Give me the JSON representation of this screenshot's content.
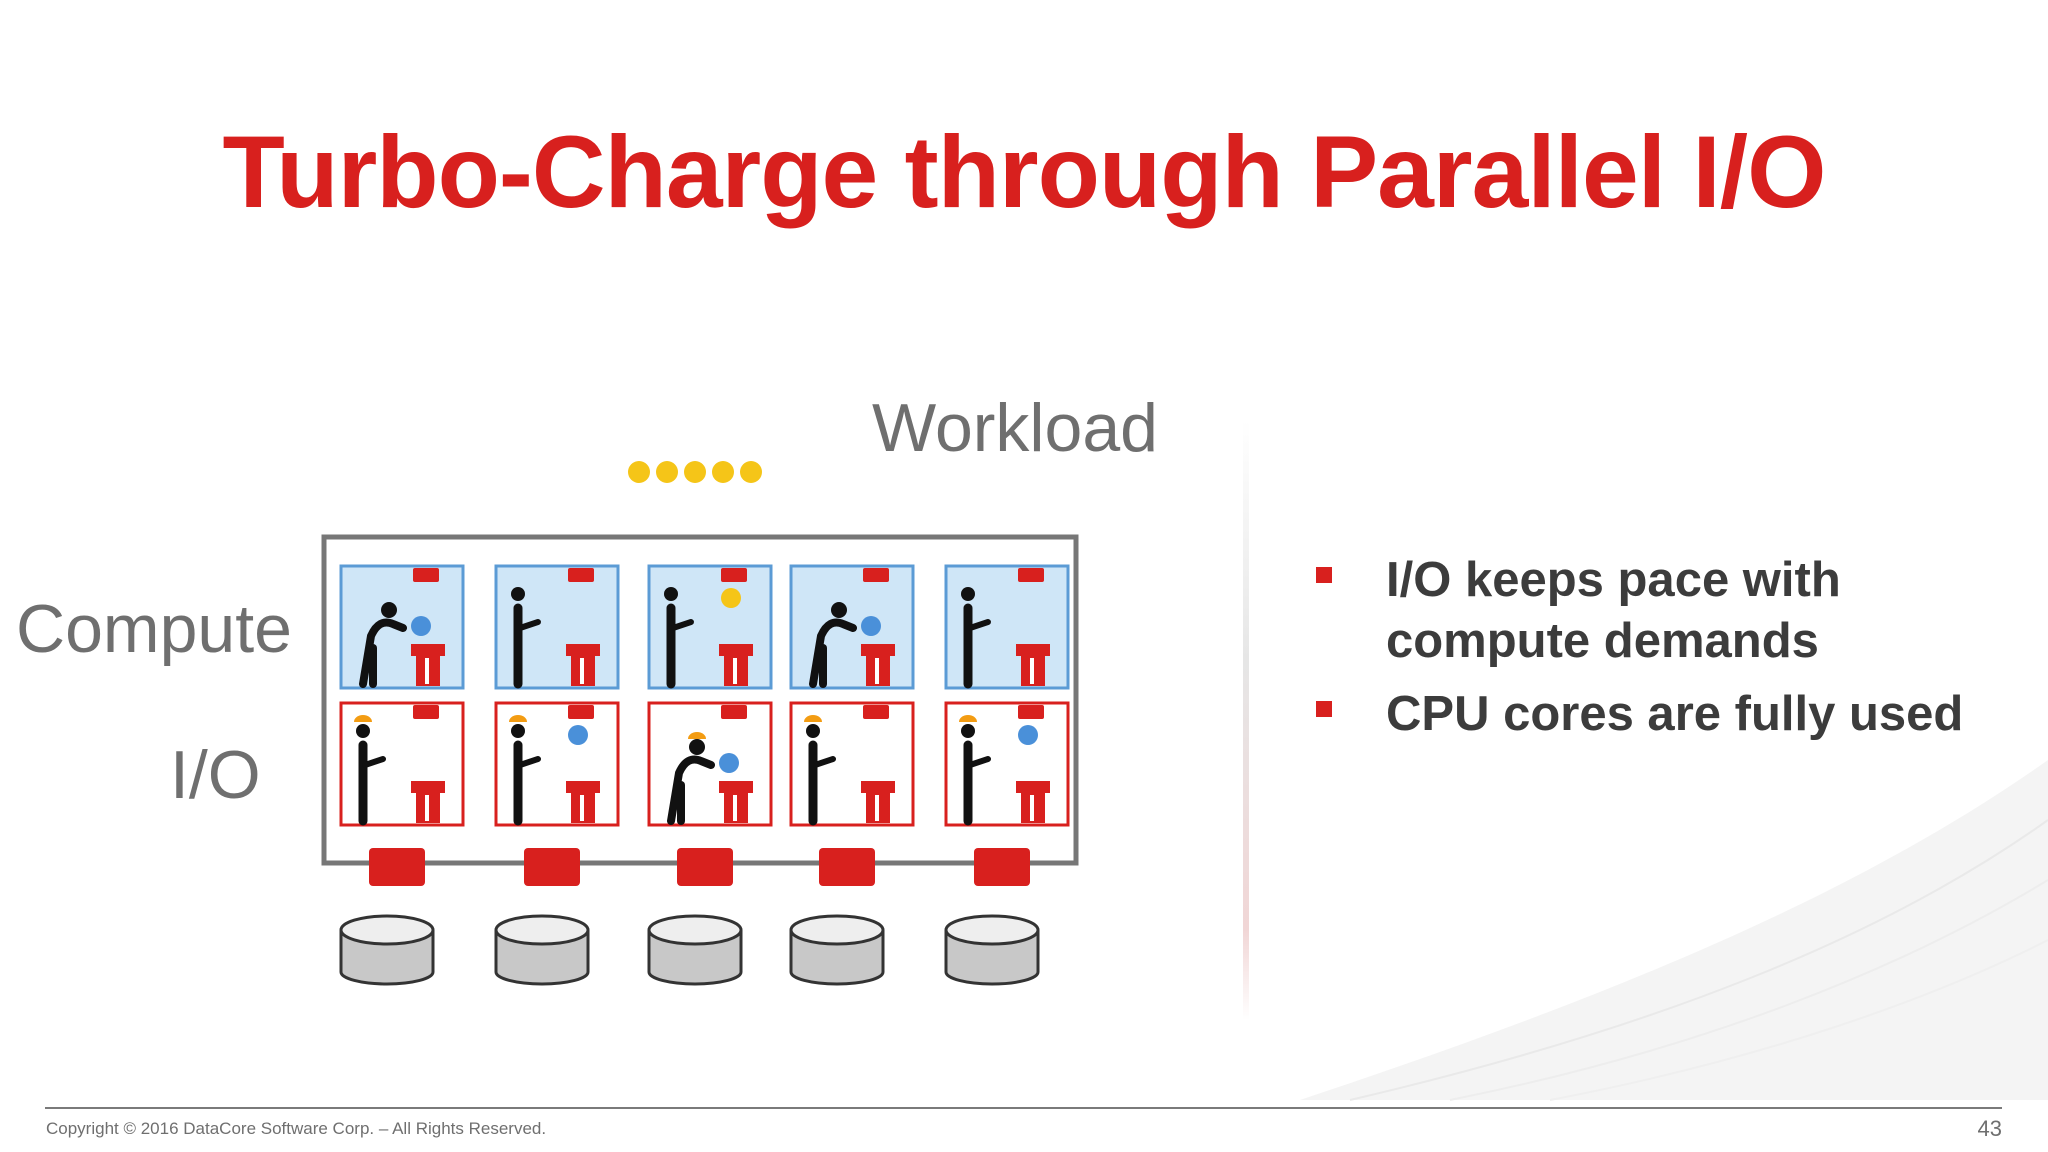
{
  "slide": {
    "title": "Turbo-Charge through Parallel I/O",
    "page_number": "43"
  },
  "diagram": {
    "workload_label": "Workload",
    "compute_label": "Compute",
    "io_label": "I/O",
    "workload_queue_count": 5,
    "colors": {
      "compute_border": "#5b9bd5",
      "compute_fill": "#cfe6f7",
      "io_border": "#d8201e",
      "io_fill": "#ffffff",
      "accent_red": "#d8201e",
      "job_blue": "#4a90d9",
      "job_yellow": "#f5c518",
      "worker_hat": "#f39c12",
      "disk_gray": "#c8c8c8"
    },
    "compute_cells": [
      {
        "worker": "bending",
        "job": "blue"
      },
      {
        "worker": "standing",
        "job": "none"
      },
      {
        "worker": "standing",
        "job": "yellow"
      },
      {
        "worker": "bending",
        "job": "blue"
      },
      {
        "worker": "standing",
        "job": "none"
      }
    ],
    "io_cells": [
      {
        "worker": "standing",
        "job": "none"
      },
      {
        "worker": "standing",
        "job": "blue"
      },
      {
        "worker": "bending",
        "job": "blue"
      },
      {
        "worker": "standing",
        "job": "none"
      },
      {
        "worker": "standing",
        "job": "blue"
      }
    ],
    "disk_count": 5
  },
  "bullets": [
    {
      "text": "I/O keeps pace with compute demands"
    },
    {
      "text": "CPU cores are fully used"
    }
  ],
  "footer": {
    "copyright": "Copyright © 2016 DataCore Software Corp. – All Rights Reserved."
  }
}
